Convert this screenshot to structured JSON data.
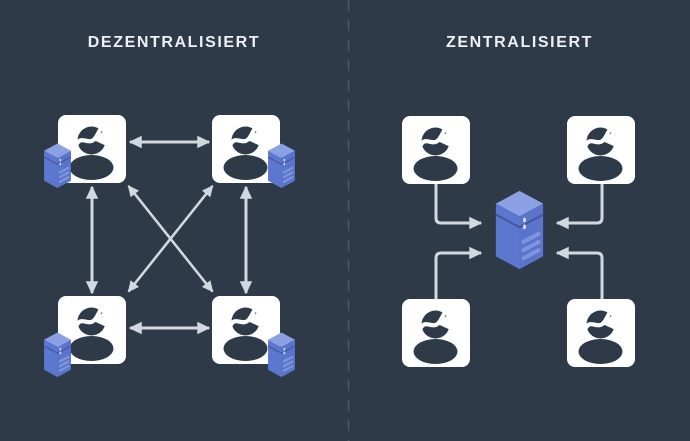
{
  "page": {
    "background_color": "#2E3A48",
    "divider": {
      "style": "dashed-vertical",
      "color": "#4A5565"
    }
  },
  "panels": {
    "left": {
      "title": "DEZENTRALISIERT",
      "topology": "full-mesh",
      "nodes": [
        {
          "id": "user-1",
          "position": "top-left",
          "icon": "user-avatar",
          "attached": "server"
        },
        {
          "id": "user-2",
          "position": "top-right",
          "icon": "user-avatar",
          "attached": "server"
        },
        {
          "id": "user-3",
          "position": "bottom-left",
          "icon": "user-avatar",
          "attached": "server"
        },
        {
          "id": "user-4",
          "position": "bottom-right",
          "icon": "user-avatar",
          "attached": "server"
        }
      ],
      "connections": [
        {
          "from": "user-1",
          "to": "user-2",
          "direction": "bidirectional"
        },
        {
          "from": "user-3",
          "to": "user-4",
          "direction": "bidirectional"
        },
        {
          "from": "user-1",
          "to": "user-3",
          "direction": "bidirectional"
        },
        {
          "from": "user-2",
          "to": "user-4",
          "direction": "bidirectional"
        },
        {
          "from": "user-1",
          "to": "user-4",
          "direction": "bidirectional"
        },
        {
          "from": "user-2",
          "to": "user-3",
          "direction": "bidirectional"
        }
      ]
    },
    "right": {
      "title": "ZENTRALISIERT",
      "topology": "star",
      "hub": {
        "id": "central-server",
        "icon": "server"
      },
      "nodes": [
        {
          "id": "user-5",
          "position": "top-left",
          "icon": "user-avatar"
        },
        {
          "id": "user-6",
          "position": "top-right",
          "icon": "user-avatar"
        },
        {
          "id": "user-7",
          "position": "bottom-left",
          "icon": "user-avatar"
        },
        {
          "id": "user-8",
          "position": "bottom-right",
          "icon": "user-avatar"
        }
      ],
      "connections": [
        {
          "from": "user-5",
          "to": "central-server",
          "direction": "one-way"
        },
        {
          "from": "user-6",
          "to": "central-server",
          "direction": "one-way"
        },
        {
          "from": "user-7",
          "to": "central-server",
          "direction": "one-way"
        },
        {
          "from": "user-8",
          "to": "central-server",
          "direction": "one-way"
        }
      ]
    }
  },
  "colors": {
    "card": "#FFFFFF",
    "avatar": "#2E3A48",
    "arrow": "#D2D8DF",
    "server_top": "#8BA1E3",
    "server_left": "#5C77CE",
    "server_right": "#5A74CB",
    "server_seam": "#47549F",
    "server_stripe": "#7E94DC",
    "server_dot": "#D7E0F7",
    "title_text": "#EDF0F4"
  }
}
